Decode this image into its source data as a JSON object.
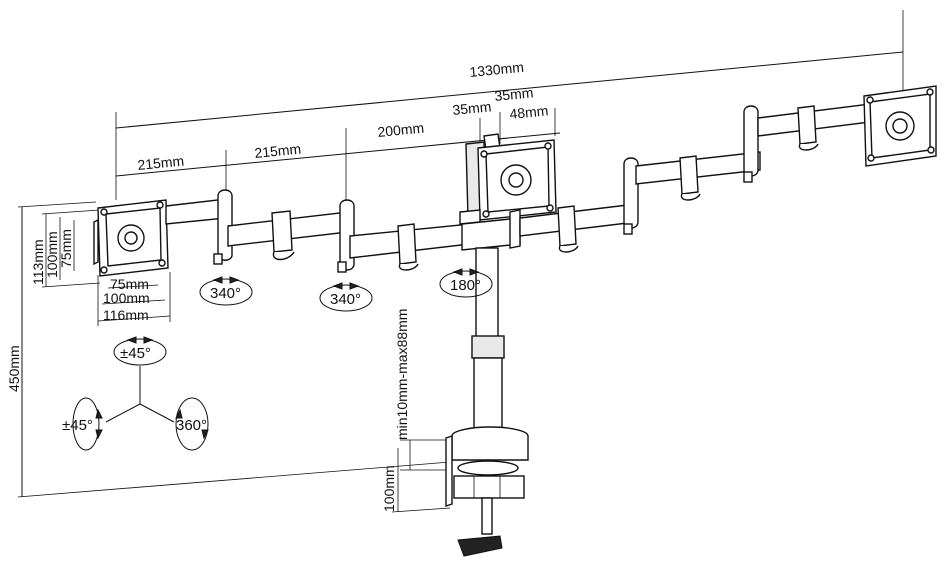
{
  "dimensions": {
    "overall_width": "1330mm",
    "arm_segment_1": "215mm",
    "arm_segment_2": "215mm",
    "arm_segment_3": "200mm",
    "center_offset_a": "35mm",
    "center_offset_b": "35mm",
    "center_depth": "48mm",
    "vesa_height_outer": "113mm",
    "vesa_height_100": "100mm",
    "vesa_height_75": "75mm",
    "vesa_width_75": "75mm",
    "vesa_width_100": "100mm",
    "vesa_width_outer": "116mm",
    "total_height": "450mm",
    "pole_adjust": "min10mm-max88mm",
    "clamp_height": "100mm"
  },
  "rotations": {
    "joint_left": "340°",
    "joint_middle": "340°",
    "joint_center": "180°",
    "head_tilt_top": "±45°",
    "head_tilt_left": "±45°",
    "head_rotate": "360°"
  }
}
